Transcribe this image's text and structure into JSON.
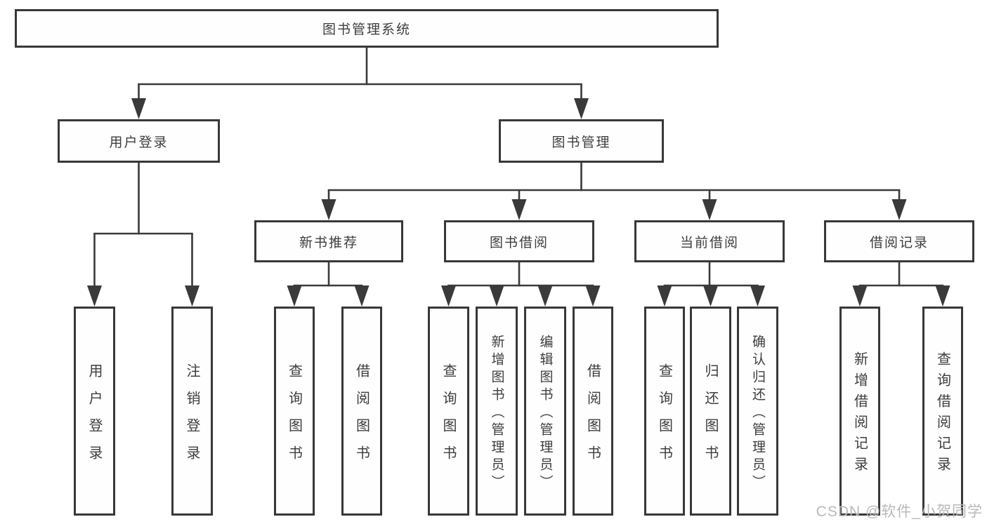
{
  "diagram_title": "图书管理系统",
  "tree": {
    "root": {
      "label": "图书管理系统",
      "children": [
        {
          "label": "用户登录",
          "children": [
            {
              "label": "用户登录"
            },
            {
              "label": "注销登录"
            }
          ]
        },
        {
          "label": "图书管理",
          "children": [
            {
              "label": "新书推荐",
              "children": [
                {
                  "label": "查询图书"
                },
                {
                  "label": "借阅图书"
                }
              ]
            },
            {
              "label": "图书借阅",
              "children": [
                {
                  "label": "查询图书"
                },
                {
                  "label": "新增图书（管理员）"
                },
                {
                  "label": "编辑图书（管理员）"
                },
                {
                  "label": "借阅图书"
                }
              ]
            },
            {
              "label": "当前借阅",
              "children": [
                {
                  "label": "查询图书"
                },
                {
                  "label": "归还图书"
                },
                {
                  "label": "确认归还（管理员）"
                }
              ]
            },
            {
              "label": "借阅记录",
              "children": [
                {
                  "label": "新增借阅记录"
                },
                {
                  "label": "查询借阅记录"
                }
              ]
            }
          ]
        }
      ]
    }
  },
  "watermark": "CSDN @软件_小贺同学",
  "colors": {
    "line": "#3a3a3a",
    "text": "#3d3d3d",
    "box_background": "#fefefe",
    "watermark": "#b9b9b9",
    "page_background": "#ffffff"
  }
}
